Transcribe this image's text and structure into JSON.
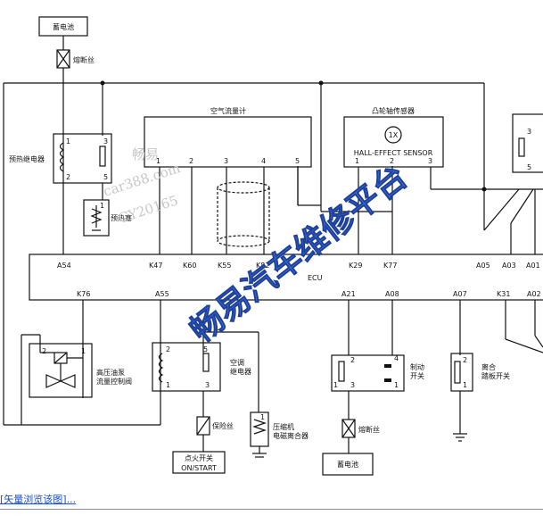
{
  "labels": {
    "battery_top": "蓄电池",
    "fuse_top": "熔断丝",
    "preheat_relay": "预热继电器",
    "glow_plug": "预热塞",
    "air_flow_meter": "空气流量计",
    "camshaft_sensor": "凸轮轴传感器",
    "hall_sensor": "HALL-EFFECT SENSOR",
    "hall_symbol": "1X",
    "ecu": "ECU",
    "hp_pump_valve": "高压油泵流量控制阀",
    "ac_relay": "空调继电器",
    "ac_fuse": "保险丝",
    "ignition_switch": "点火开关",
    "ignition_switch_state": "ON/START",
    "compressor_clutch": "压缩机电磁离合器",
    "brake_switch": "制动开关",
    "battery_bottom": "蓄电池",
    "fuse_bottom": "熔断丝",
    "clutch_switch": "离合踏板开关"
  },
  "ecu_pins_top": [
    "A54",
    "K47",
    "K60",
    "K55",
    "K82",
    "K29",
    "K77",
    "A05",
    "A03",
    "A01"
  ],
  "ecu_pins_bottom": [
    "K76",
    "A55",
    "A21",
    "A08",
    "A07",
    "K31",
    "A02"
  ],
  "maf_pins": [
    "1",
    "2",
    "3",
    "4",
    "5"
  ],
  "cam_pins": [
    "1",
    "2",
    "3"
  ],
  "preheat_relay_pins": [
    "1",
    "3",
    "2",
    "5"
  ],
  "glow_pin": "1",
  "ac_relay_pins": [
    "2",
    "5",
    "3",
    "1"
  ],
  "pump_pins": [
    "2",
    "1"
  ],
  "comp_pin": "1",
  "brake_relay_pins": [
    "2",
    "3",
    "1"
  ],
  "brake_switch_pins": [
    "4",
    "1"
  ],
  "clutch_pins": [
    "2",
    "1"
  ],
  "right_relay_pins": [
    "3",
    "5"
  ],
  "watermark": {
    "line1": "畅易",
    "line2": "car388.com",
    "line3": "CY20165",
    "big": "畅易汽车维修平台"
  },
  "footer": {
    "link": "[矢量浏览该图]..."
  }
}
